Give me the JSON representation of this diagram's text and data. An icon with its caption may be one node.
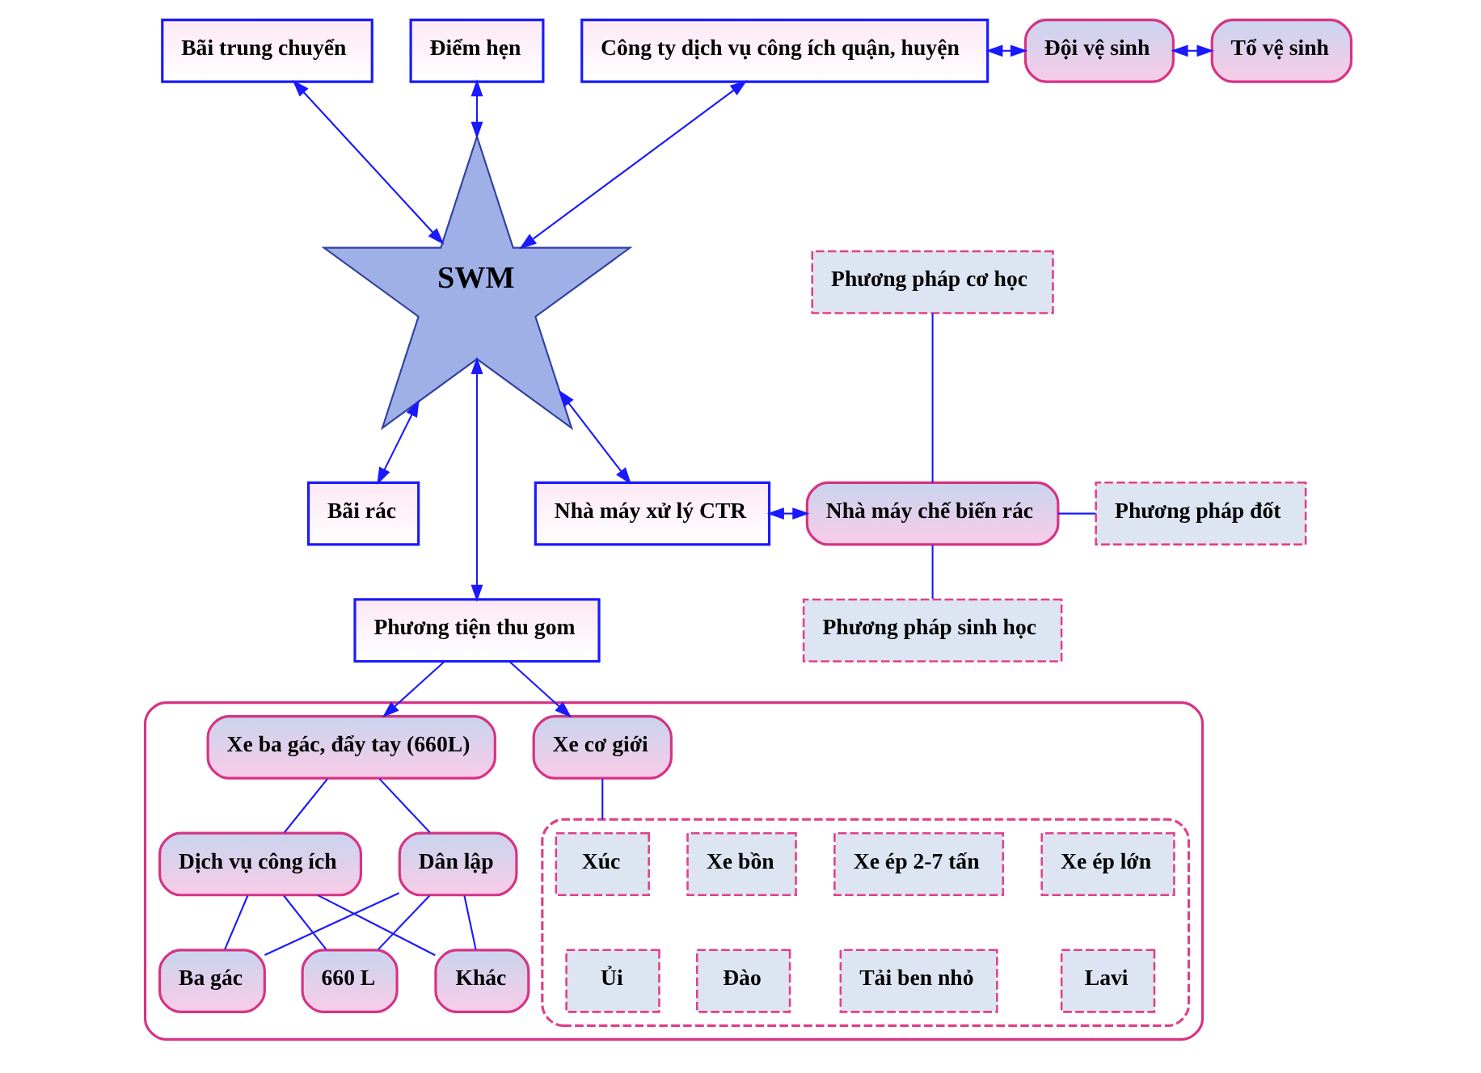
{
  "diagram": {
    "nodes": [
      {
        "text": [
          "SWM"
        ]
      },
      {
        "text": [
          "Công ty dịch vụ công ích quận, huyện"
        ]
      },
      {
        "text": [
          "Đội vệ sinh"
        ]
      },
      {
        "text": [
          "Tổ vệ sinh"
        ]
      },
      {
        "text": [
          "Bãi trung chuyển"
        ]
      },
      {
        "text": [
          "Điểm hẹn"
        ]
      },
      {
        "text": [
          "Bãi rác"
        ]
      },
      {
        "text": [
          "Nhà máy xử lý CTR"
        ]
      },
      {
        "text": [
          "Phương pháp cơ học"
        ]
      },
      {
        "text": [
          "Nhà máy chế biến rác"
        ]
      },
      {
        "text": [
          "Phương pháp đốt"
        ]
      },
      {
        "text": [
          "Phương pháp sinh học"
        ]
      },
      {
        "text": [
          "Phương tiện thu gom"
        ]
      },
      {
        "text": [],
        "shape": "box"
      },
      {
        "text": [
          "Xe cơ giới"
        ],
        "in": 13
      },
      {
        "text": [
          "Xe ba gác, đẩy tay (660L)"
        ],
        "in": 13
      },
      {
        "text": [
          "Dịch vụ công ích"
        ],
        "in": 13
      },
      {
        "text": [
          "Dân lập"
        ],
        "in": 13
      },
      {
        "text": [
          "Ba gác"
        ],
        "in": 13
      },
      {
        "text": [
          "660 L"
        ],
        "in": 13
      },
      {
        "text": [
          "Khác"
        ],
        "in": 13
      },
      {
        "text": [],
        "shape": "box",
        "in": 13
      },
      {
        "text": [
          "Xúc"
        ],
        "in": 21
      },
      {
        "text": [
          "Xe bồn"
        ],
        "in": 21
      },
      {
        "text": [
          "Xe ép 2-7 tấn"
        ],
        "in": 21
      },
      {
        "text": [
          "Xe ép lớn"
        ],
        "in": 21
      },
      {
        "text": [
          "Ủi"
        ],
        "in": 21
      },
      {
        "text": [
          "Đào"
        ],
        "in": 21
      },
      {
        "text": [
          "Tải ben nhỏ"
        ],
        "in": 21
      },
      {
        "text": [
          "Lavi"
        ],
        "in": 21
      }
    ],
    "edges": [
      {
        "from": 1,
        "to": 0,
        "arrow": "both"
      },
      {
        "from": 1,
        "to": 2,
        "arrow": "both"
      },
      {
        "from": 2,
        "to": 3,
        "arrow": "both"
      },
      {
        "from": 4,
        "to": 0,
        "arrow": "both"
      },
      {
        "from": 5,
        "to": 0,
        "arrow": "both"
      },
      {
        "from": 0,
        "to": 6,
        "arrow": "both"
      },
      {
        "from": 0,
        "to": 7,
        "arrow": "both"
      },
      {
        "from": 7,
        "to": 9,
        "arrow": "both"
      },
      {
        "from": 8,
        "to": 9,
        "arrow": "none"
      },
      {
        "from": 9,
        "to": 10,
        "arrow": "none"
      },
      {
        "from": 9,
        "to": 11,
        "arrow": "none"
      },
      {
        "from": 0,
        "to": 12,
        "arrow": "both"
      },
      {
        "from": 12,
        "to": 14,
        "arrow": "to"
      },
      {
        "from": 12,
        "to": 15,
        "arrow": "to"
      },
      {
        "from": 14,
        "to": 21,
        "arrow": "none"
      },
      {
        "from": 15,
        "to": 16,
        "arrow": "none"
      },
      {
        "from": 15,
        "to": 17,
        "arrow": "none"
      },
      {
        "from": 16,
        "to": 18,
        "arrow": "none"
      },
      {
        "from": 16,
        "to": 19,
        "arrow": "none"
      },
      {
        "from": 16,
        "to": 20,
        "arrow": "none"
      },
      {
        "from": 17,
        "to": 18,
        "arrow": "none"
      },
      {
        "from": 17,
        "to": 19,
        "arrow": "none"
      },
      {
        "from": 17,
        "to": 20,
        "arrow": "none"
      }
    ]
  }
}
